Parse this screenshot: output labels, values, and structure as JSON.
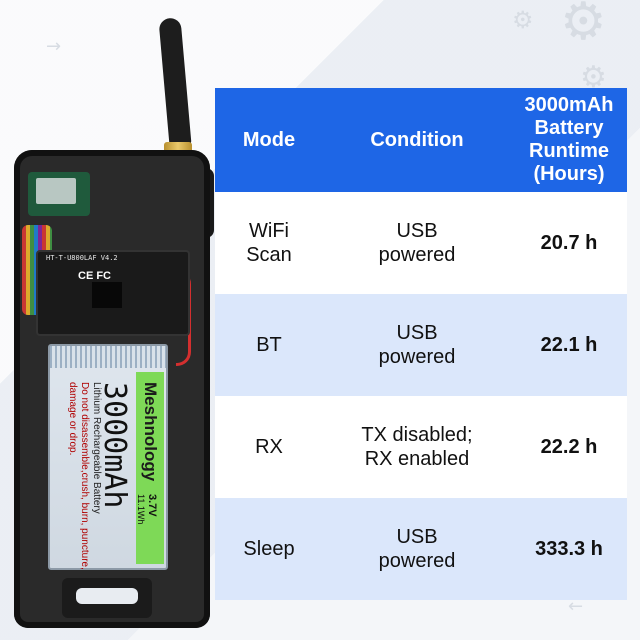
{
  "device": {
    "board_label": "HT-T-U800LAF V4.2",
    "board_logos": "CE FC",
    "battery": {
      "brand": "Meshnology",
      "capacity": "3000mAh",
      "line1": "Lithium Rechargeable Battery",
      "line2": "Do not disassemble,crush, burn, puncture,",
      "line3": "damage or drop.",
      "voltage": "3.7V",
      "energy": "11.1Wh"
    }
  },
  "table": {
    "headers": {
      "mode": "Mode",
      "condition": "Condition",
      "runtime_line1": "3000mAh",
      "runtime_line2": "Battery",
      "runtime_line3": "Runtime",
      "runtime_line4": "(Hours)"
    },
    "rows": [
      {
        "mode_l1": "WiFi",
        "mode_l2": "Scan",
        "cond_l1": "USB",
        "cond_l2": "powered",
        "runtime": "20.7 h"
      },
      {
        "mode_l1": "BT",
        "mode_l2": "",
        "cond_l1": "USB",
        "cond_l2": "powered",
        "runtime": "22.1 h"
      },
      {
        "mode_l1": "RX",
        "mode_l2": "",
        "cond_l1": "TX disabled;",
        "cond_l2": "RX enabled",
        "runtime": "22.2 h"
      },
      {
        "mode_l1": "Sleep",
        "mode_l2": "",
        "cond_l1": "USB",
        "cond_l2": "powered",
        "runtime": "333.3 h"
      }
    ]
  },
  "colors": {
    "header_blue": "#1e66e6",
    "row_alt": "#dbe7fb",
    "battery_green": "#7ed957"
  }
}
